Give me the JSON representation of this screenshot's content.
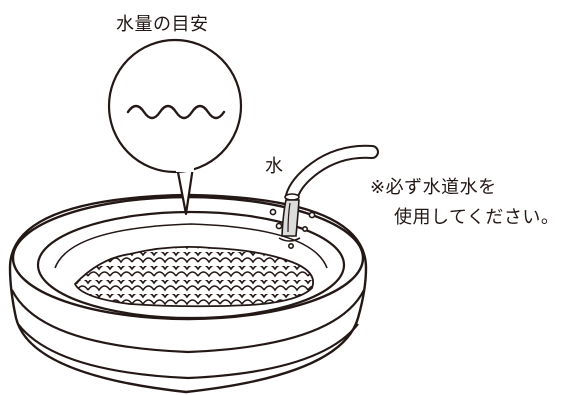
{
  "labels": {
    "water_level_guide": "水量の目安",
    "water": "水",
    "note_line1": "※必ず水道水を",
    "note_line2": "使用してください。"
  },
  "colors": {
    "line": "#231815",
    "background": "#ffffff"
  }
}
